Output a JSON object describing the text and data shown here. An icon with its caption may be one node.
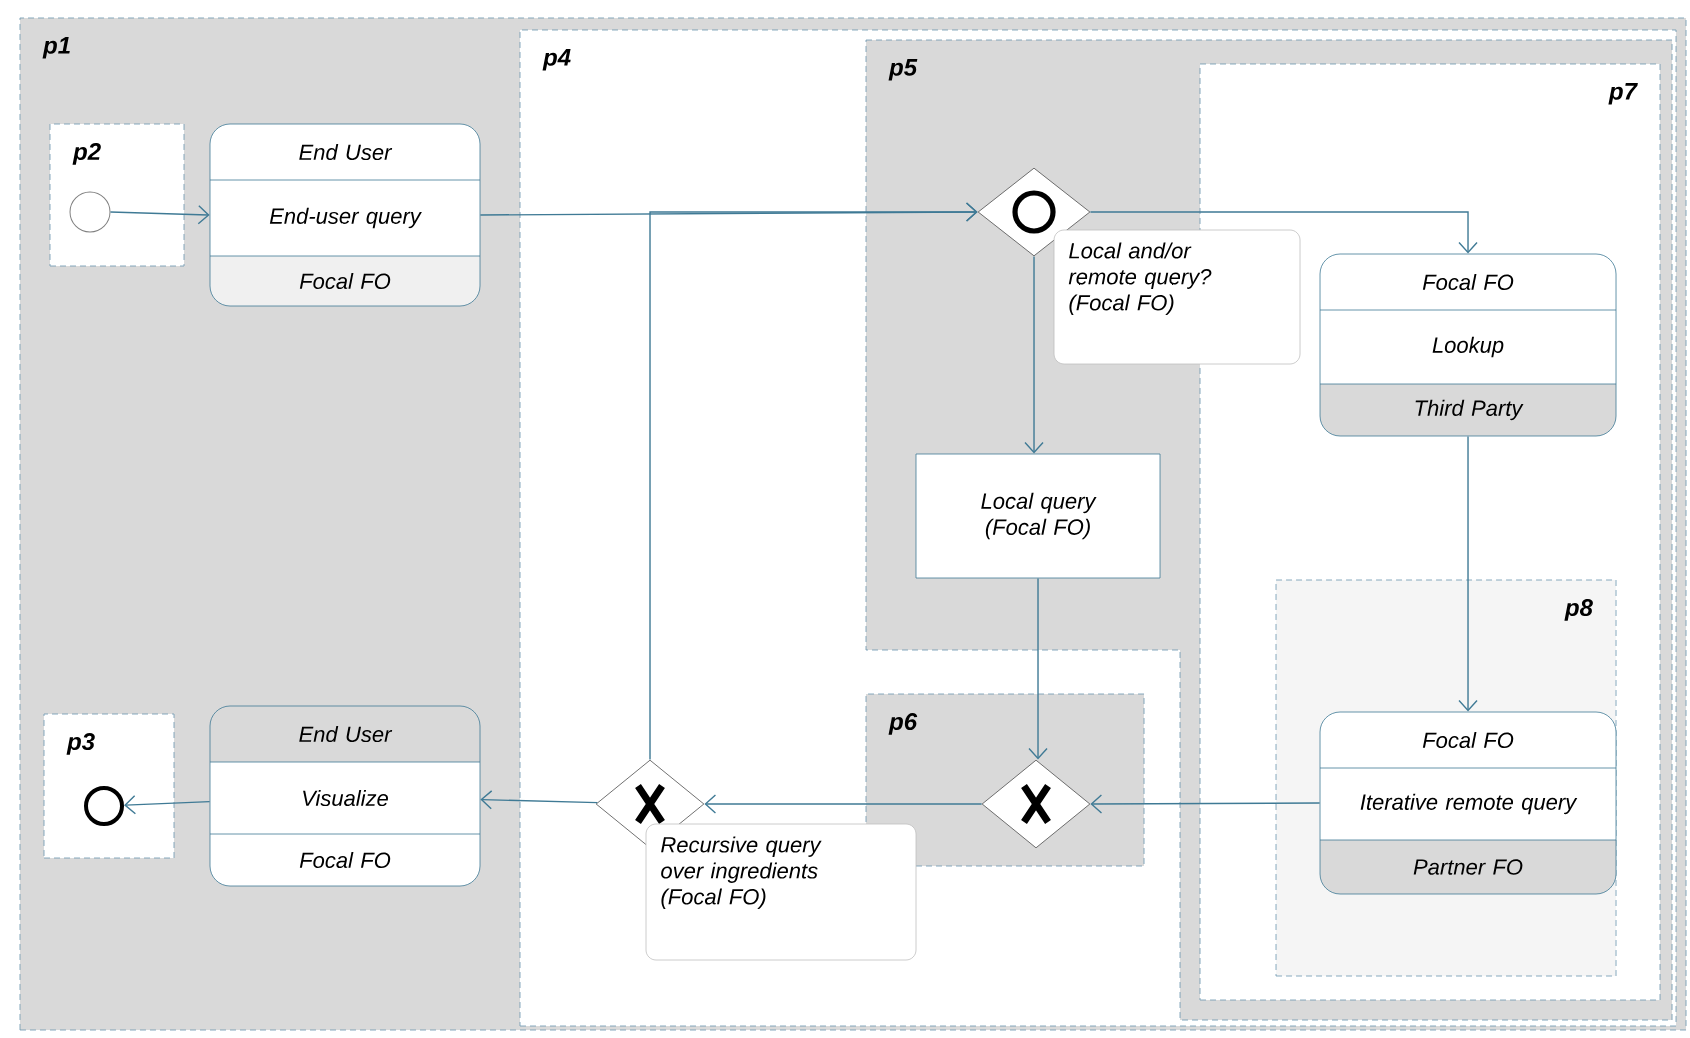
{
  "diagram": {
    "nodes": [
      {
        "text": [
          "p1"
        ]
      },
      {
        "text": [
          "p4"
        ],
        "in": 0
      },
      {
        "text": [
          "p2"
        ],
        "in": 0
      },
      {
        "text": [],
        "shape": "circle",
        "in": 2
      },
      {
        "text": [
          "End User",
          "End-user query",
          "Focal FO"
        ],
        "in": 0
      },
      {
        "text": [
          "p5"
        ],
        "in": 1
      },
      {
        "text": [],
        "shape": "diamond",
        "in": 5
      },
      {
        "text": [
          "Local and/or remote query? (Focal FO)"
        ],
        "in": 5
      },
      {
        "text": [
          "Local query (Focal FO)"
        ],
        "in": 5
      },
      {
        "text": [
          "p7"
        ],
        "in": 5
      },
      {
        "text": [
          "Focal FO",
          "Lookup",
          "Third Party"
        ],
        "in": 9
      },
      {
        "text": [
          "p8"
        ],
        "in": 9
      },
      {
        "text": [
          "Focal FO",
          "Iterative remote query",
          "Partner FO"
        ],
        "in": 11
      },
      {
        "text": [
          "p6"
        ],
        "in": 1
      },
      {
        "text": [],
        "shape": "diamond",
        "in": 13
      },
      {
        "text": [],
        "shape": "diamond",
        "in": 1
      },
      {
        "text": [
          "Recursive query over ingredients (Focal FO)"
        ],
        "in": 1
      },
      {
        "text": [
          "End User",
          "Visualize",
          "Focal FO"
        ],
        "in": 0
      },
      {
        "text": [
          "p3"
        ],
        "in": 0
      },
      {
        "text": [],
        "shape": "circle",
        "in": 18
      }
    ],
    "edges": [
      {
        "from": 3,
        "to": 4,
        "arrow": "to"
      },
      {
        "from": 4,
        "to": 6,
        "arrow": "to"
      },
      {
        "from": 15,
        "to": 6,
        "arrow": "to"
      },
      {
        "from": 6,
        "to": 10,
        "arrow": "to"
      },
      {
        "from": 6,
        "to": 8,
        "arrow": "to"
      },
      {
        "from": 8,
        "to": 14,
        "arrow": "to"
      },
      {
        "from": 10,
        "to": 12,
        "arrow": "to"
      },
      {
        "from": 12,
        "to": 14,
        "arrow": "to"
      },
      {
        "from": 14,
        "to": 15,
        "arrow": "to"
      },
      {
        "from": 15,
        "to": 17,
        "arrow": "to"
      },
      {
        "from": 17,
        "to": 19,
        "arrow": "to"
      }
    ]
  }
}
